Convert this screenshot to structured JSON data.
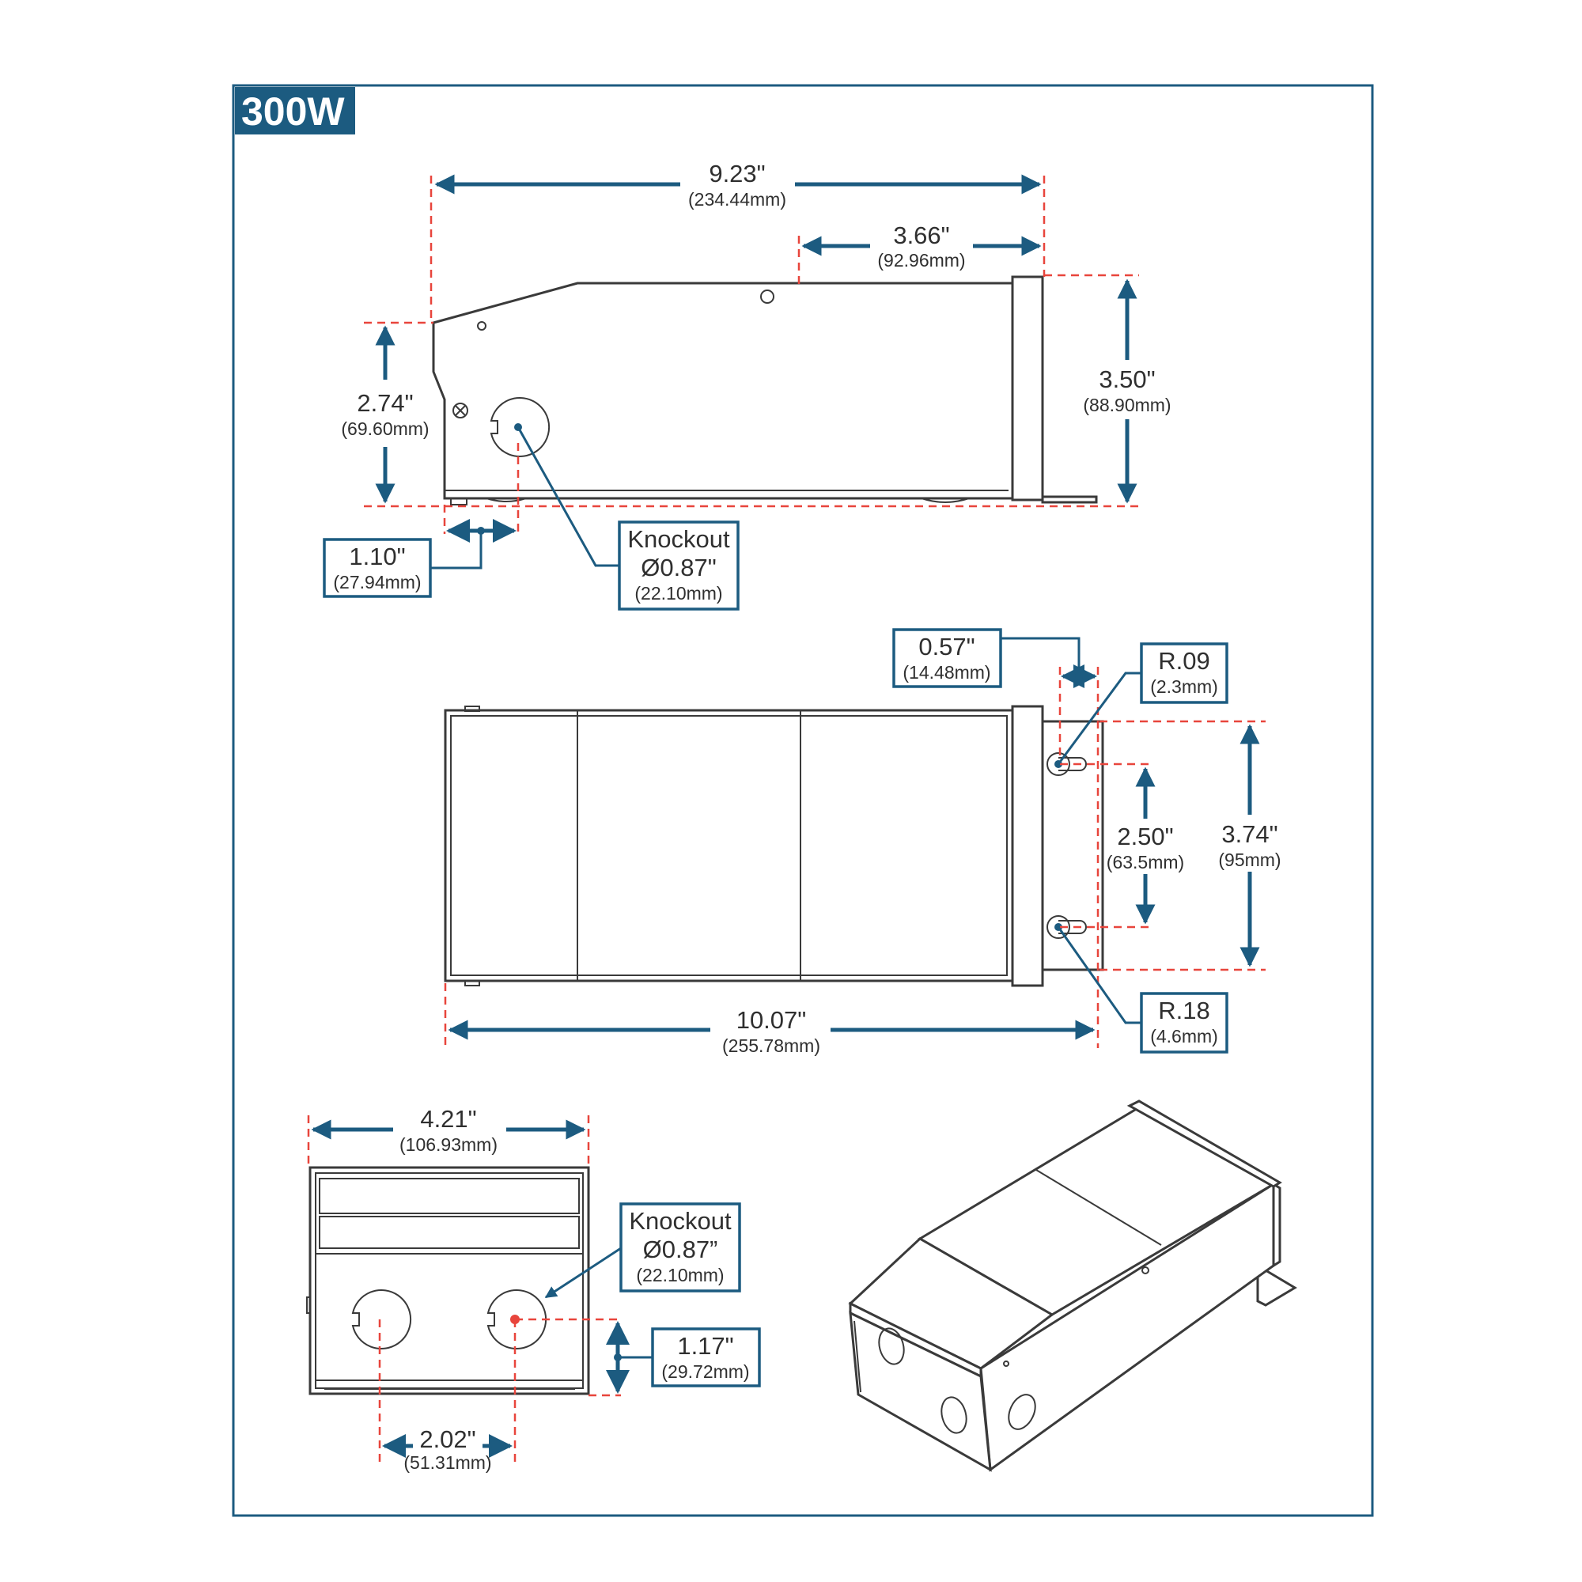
{
  "title": "300W",
  "colors": {
    "accent": "#1c5b80",
    "guide": "#e8453c",
    "outline": "#3a3a3a"
  },
  "side_view": {
    "overall_length": {
      "in": "9.23\"",
      "mm": "(234.44mm)"
    },
    "flange_length": {
      "in": "3.66\"",
      "mm": "(92.96mm)"
    },
    "height": {
      "in": "3.50\"",
      "mm": "(88.90mm)"
    },
    "front_height": {
      "in": "2.74\"",
      "mm": "(69.60mm)"
    },
    "knockout_offset": {
      "in": "1.10\"",
      "mm": "(27.94mm)"
    },
    "knockout": {
      "label": "Knockout",
      "dia": "Ø0.87\"",
      "mm": "(22.10mm)"
    }
  },
  "top_view": {
    "slot_offset": {
      "in": "0.57\"",
      "mm": "(14.48mm)"
    },
    "slot_radius_small": {
      "r": "R.09",
      "mm": "(2.3mm)"
    },
    "slot_radius_large": {
      "r": "R.18",
      "mm": "(4.6mm)"
    },
    "slot_spacing": {
      "in": "2.50\"",
      "mm": "(63.5mm)"
    },
    "flange_width": {
      "in": "3.74\"",
      "mm": "(95mm)"
    },
    "overall_length": {
      "in": "10.07\"",
      "mm": "(255.78mm)"
    }
  },
  "end_view": {
    "width": {
      "in": "4.21\"",
      "mm": "(106.93mm)"
    },
    "knockout": {
      "label": "Knockout",
      "dia": "Ø0.87”",
      "mm": "(22.10mm)"
    },
    "knockout_height": {
      "in": "1.17\"",
      "mm": "(29.72mm)"
    },
    "knockout_spacing": {
      "in": "2.02\"",
      "mm": "(51.31mm)"
    }
  }
}
